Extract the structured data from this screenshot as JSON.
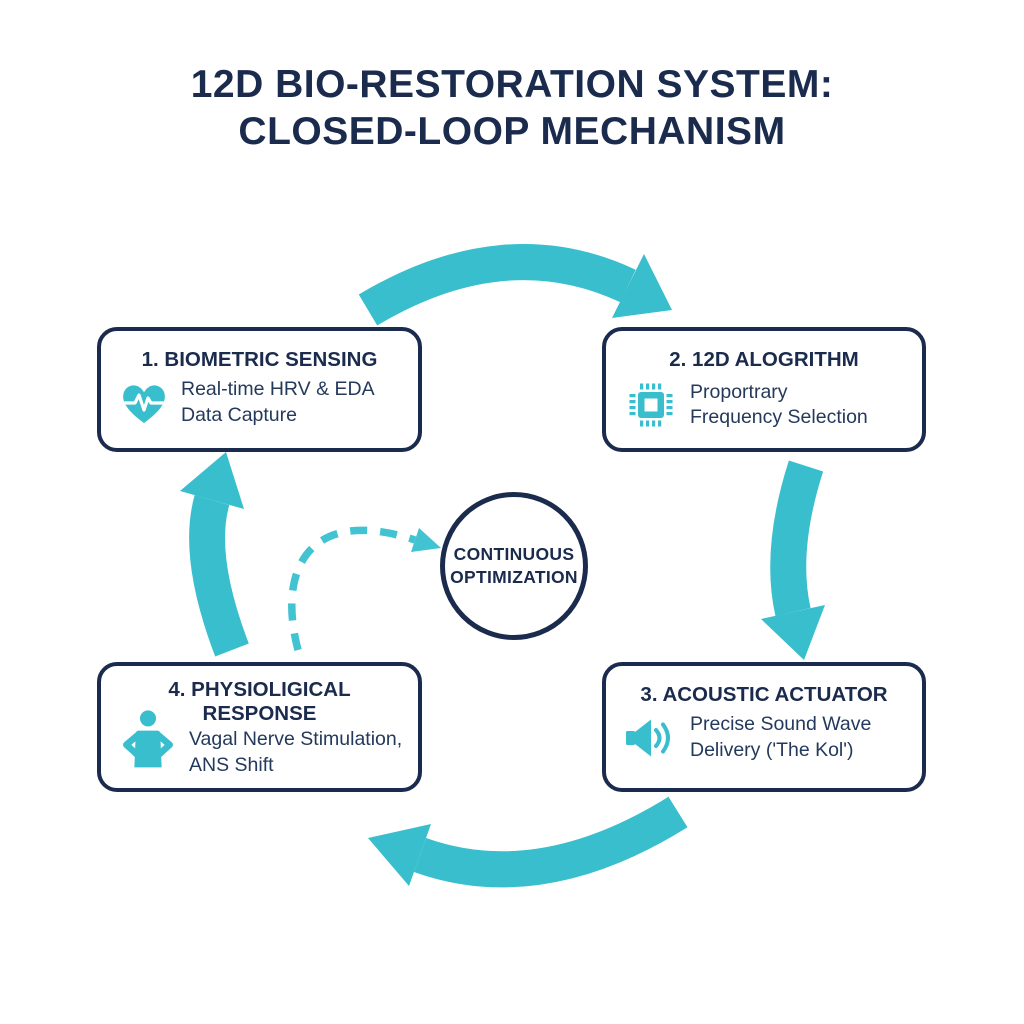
{
  "title": {
    "line1": "12D BIO-RESTORATION SYSTEM:",
    "line2": "CLOSED-LOOP MECHANISM"
  },
  "center_circle": {
    "line1": "CONTINUOUS",
    "line2": "OPTIMIZATION"
  },
  "boxes": [
    {
      "heading": "1. BIOMETRIC SENSING",
      "body": "Real-time HRV & EDA Data Capture",
      "icon": "heart-pulse-icon"
    },
    {
      "heading": "2. 12D ALOGRITHM",
      "body": "Proportrary Frequency Selection",
      "icon": "chip-icon"
    },
    {
      "heading": "3. ACOUSTIC ACTUATOR",
      "body": "Precise Sound Wave Delivery ('The Kol')",
      "icon": "speaker-icon"
    },
    {
      "heading": "4. PHYSIOLIGICAL RESPONSE",
      "body": "Vagal Nerve Stimulation, ANS Shift",
      "icon": "person-icon"
    }
  ],
  "flow": {
    "direction": "clockwise",
    "solid_arrows": [
      "box1-to-box2",
      "box2-to-box3",
      "box3-to-box4",
      "box4-to-box1"
    ],
    "dashed_arrow": "feedback-loop-into-center-circle"
  },
  "colors": {
    "teal": "#38BECD",
    "dashed_teal": "#41C3D2",
    "navy": "#1B2B4D",
    "body_text": "#24395C",
    "background": "#FFFFFF"
  }
}
